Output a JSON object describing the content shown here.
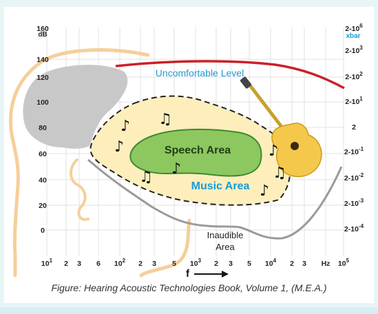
{
  "chart_data": {
    "type": "diagram",
    "y_axis": {
      "unit_label": "dB",
      "ticks": [
        "160",
        "140",
        "120",
        "100",
        "80",
        "60",
        "40",
        "20",
        "0"
      ]
    },
    "right_axis": {
      "unit_label": "xbar",
      "ticks": [
        {
          "base": "2-10",
          "exp": "6"
        },
        {
          "base": "2-10",
          "exp": "3"
        },
        {
          "base": "2-10",
          "exp": "2"
        },
        {
          "base": "2-10",
          "exp": "1"
        },
        {
          "base": "2",
          "exp": ""
        },
        {
          "base": "2-10",
          "exp": "-1"
        },
        {
          "base": "2-10",
          "exp": "-2"
        },
        {
          "base": "2-10",
          "exp": "-3"
        },
        {
          "base": "2-10",
          "exp": "-4"
        }
      ]
    },
    "x_axis": {
      "ticks": [
        {
          "base": "10",
          "exp": "1"
        },
        {
          "base": "2",
          "exp": ""
        },
        {
          "base": "3",
          "exp": ""
        },
        {
          "base": "6",
          "exp": ""
        },
        {
          "base": "10",
          "exp": "2"
        },
        {
          "base": "2",
          "exp": ""
        },
        {
          "base": "3",
          "exp": ""
        },
        {
          "base": "5",
          "exp": ""
        },
        {
          "base": "10",
          "exp": "3"
        },
        {
          "base": "2",
          "exp": ""
        },
        {
          "base": "3",
          "exp": ""
        },
        {
          "base": "5",
          "exp": ""
        },
        {
          "base": "10",
          "exp": "4"
        },
        {
          "base": "2",
          "exp": ""
        },
        {
          "base": "3",
          "exp": ""
        },
        {
          "base": "Hz",
          "exp": ""
        },
        {
          "base": "10",
          "exp": "5"
        }
      ],
      "arrow_label": "f"
    },
    "regions": {
      "uncomfortable": "Uncomfortable Level",
      "speech": "Speech Area",
      "music": "Music Area",
      "inaudible": [
        "Inaudible",
        "Area"
      ]
    },
    "colors": {
      "uncomfortable_line": "#cc1f2a",
      "speech_fill": "#8dc75f",
      "music_fill": "#fdeebc",
      "threshold_line": "#999999",
      "head_outline": "#f5cf9a",
      "head_grey": "#c8c8c8",
      "blue_text": "#1a9ad6"
    }
  },
  "caption": "Figure: Hearing Acoustic Technologies Book, Volume 1, (M.E.A.)"
}
